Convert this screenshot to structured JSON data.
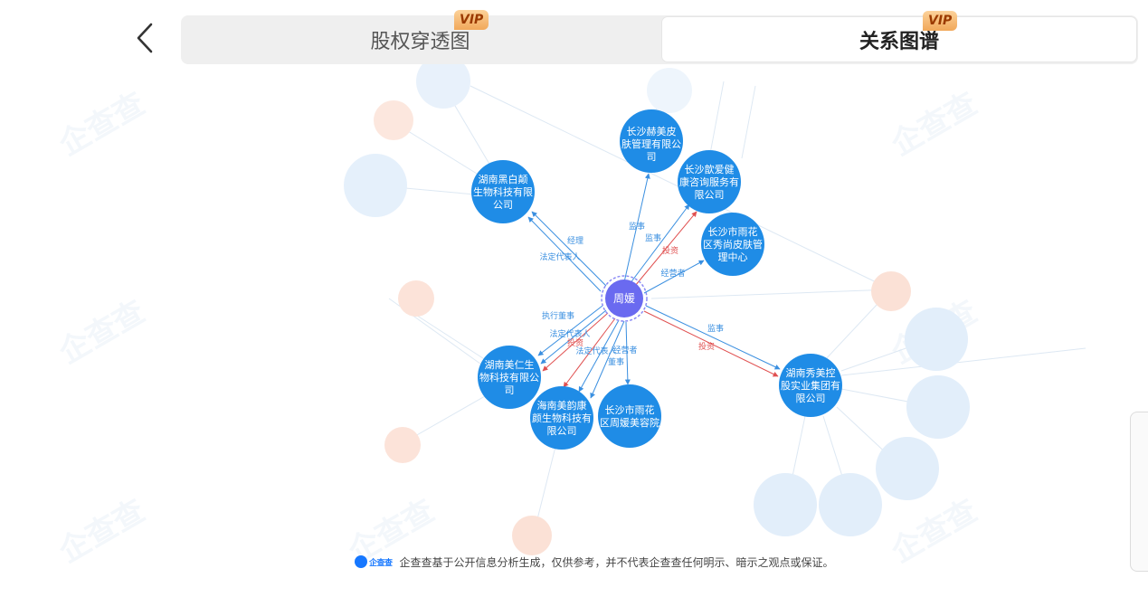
{
  "nav": {
    "back_icon": "chevron-left-icon"
  },
  "tabs": [
    {
      "label": "股权穿透图",
      "badge": "VIP",
      "active": false
    },
    {
      "label": "关系图谱",
      "badge": "VIP",
      "active": true
    }
  ],
  "watermark_text": "企查查",
  "graph": {
    "center": {
      "name": "周媛",
      "color": "#6a6af0"
    },
    "nodes": [
      {
        "name_lines": [
          "长沙赫美皮",
          "肤管理有限公",
          "司"
        ]
      },
      {
        "name_lines": [
          "长沙歆爱健",
          "康咨询服务有",
          "限公司"
        ]
      },
      {
        "name_lines": [
          "湖南黑白颠",
          "生物科技有限",
          "公司"
        ]
      },
      {
        "name_lines": [
          "长沙市雨花",
          "区秀尚皮肤管",
          "理中心"
        ]
      },
      {
        "name_lines": [
          "湖南美仁生",
          "物科技有限公",
          "司"
        ]
      },
      {
        "name_lines": [
          "海南美韵康",
          "颜生物科技有",
          "限公司"
        ]
      },
      {
        "name_lines": [
          "长沙市雨花",
          "区周媛美容院"
        ]
      },
      {
        "name_lines": [
          "湖南秀美控",
          "股实业集团有",
          "限公司"
        ]
      }
    ],
    "edge_labels": {
      "e1": "监事",
      "e2a": "监事",
      "e2b": "投资",
      "e3a": "经理",
      "e3b": "法定代表人",
      "e4": "经营者",
      "e5a": "执行董事",
      "e5b": "法定代表人",
      "e6a": "投资",
      "e6b": "法定代表人",
      "e7a": "经营者",
      "e7b": "董事",
      "e8a": "监事",
      "e8b": "投资"
    },
    "colors": {
      "node": "#1f8ce6",
      "edge_blue": "#3a8fe0",
      "edge_red": "#e05050",
      "faded_node": "#e2eefa",
      "faded_orange": "#fbe1d6"
    }
  },
  "footer": {
    "logo_text": "企查查",
    "disclaimer": "企查查基于公开信息分析生成，仅供参考，并不代表企查查任何明示、暗示之观点或保证。"
  }
}
